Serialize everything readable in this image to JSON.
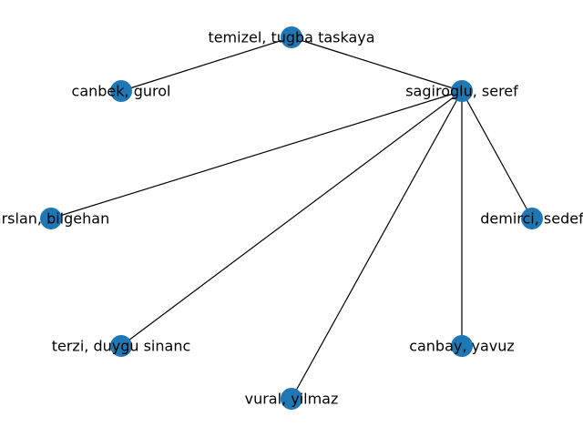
{
  "colors": {
    "node_fill": "#1f77b4",
    "edge": "#000000",
    "label": "#000000",
    "background": "#ffffff"
  },
  "nodes": [
    {
      "id": "temizel",
      "label": "temizel, tugba taskaya"
    },
    {
      "id": "canbek",
      "label": "canbek, gurol"
    },
    {
      "id": "sagiroglu",
      "label": "sagiroglu, seref"
    },
    {
      "id": "arslan",
      "label": "arslan, bilgehan"
    },
    {
      "id": "demirci",
      "label": "demirci, sedef"
    },
    {
      "id": "terzi",
      "label": "terzi, duygu sinanc"
    },
    {
      "id": "canbay",
      "label": "canbay, yavuz"
    },
    {
      "id": "vural",
      "label": "vural, yilmaz"
    }
  ],
  "edges": [
    [
      "temizel",
      "canbek"
    ],
    [
      "temizel",
      "sagiroglu"
    ],
    [
      "sagiroglu",
      "arslan"
    ],
    [
      "sagiroglu",
      "demirci"
    ],
    [
      "sagiroglu",
      "terzi"
    ],
    [
      "sagiroglu",
      "canbay"
    ],
    [
      "sagiroglu",
      "vural"
    ]
  ]
}
